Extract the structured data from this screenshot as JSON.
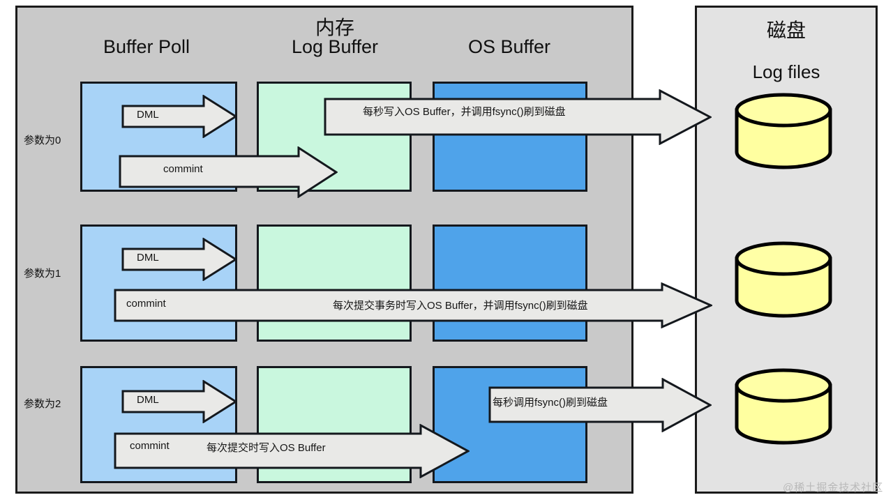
{
  "diagram": {
    "memory_panel": {
      "title": "内存",
      "columns": [
        {
          "label": "Buffer Poll"
        },
        {
          "label": "Log Buffer"
        },
        {
          "label": "OS Buffer"
        }
      ]
    },
    "disk_panel": {
      "title": "磁盘",
      "subtitle": "Log files",
      "storage_icon": "database-cylinder-icon",
      "cylinder_color": "#ffffa0"
    },
    "rows": [
      {
        "label": "参数为0",
        "dml_arrow_label": "DML",
        "commit_arrow_label": "commint",
        "flush_arrow_label": "每秒写入OS Buffer，并调用fsync()刷到磁盘"
      },
      {
        "label": "参数为1",
        "dml_arrow_label": "DML",
        "commit_arrow_label": "commint",
        "flush_arrow_label": "每次提交事务时写入OS Buffer，并调用fsync()刷到磁盘"
      },
      {
        "label": "参数为2",
        "dml_arrow_label": "DML",
        "commit_arrow_label": "commint",
        "commit_arrow_label_extra": "每次提交时写入OS Buffer",
        "flush_arrow_label": "每秒调用fsync()刷到磁盘"
      }
    ],
    "watermark": "@稀土掘金技术社区",
    "colors": {
      "memory_panel_bg": "#c9c9c9",
      "disk_panel_bg": "#e3e3e3",
      "buffer_pool_box": "#a8d3f7",
      "log_buffer_box": "#c9f7de",
      "os_buffer_box": "#4fa3ea",
      "arrow_fill": "#e9e9e7",
      "outline": "#14181d"
    }
  }
}
